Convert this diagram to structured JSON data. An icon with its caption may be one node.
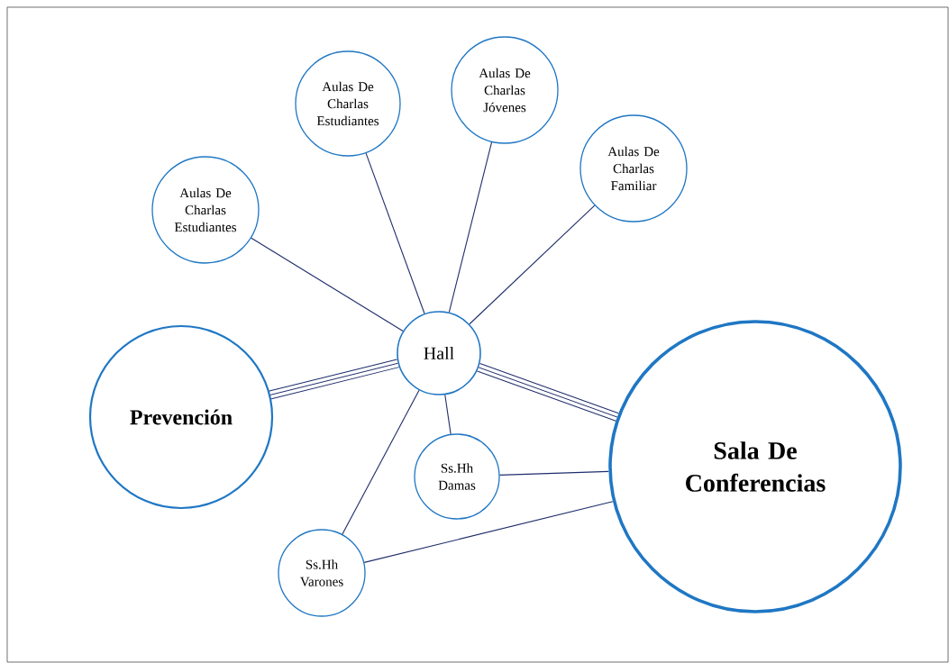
{
  "diagram": {
    "nodes": [
      {
        "text": [
          "Hall"
        ]
      },
      {
        "text": [
          "Aulas De Charlas Estudiantes"
        ]
      },
      {
        "text": [
          "Aulas De Charlas Estudiantes"
        ]
      },
      {
        "text": [
          "Aulas De Charlas Jóvenes"
        ]
      },
      {
        "text": [
          "Aulas De Charlas Familiar"
        ]
      },
      {
        "text": [
          "Prevención"
        ]
      },
      {
        "text": [
          "Sala De Conferencias"
        ]
      },
      {
        "text": [
          "Ss.Hh Damas"
        ]
      },
      {
        "text": [
          "Ss.Hh Varones"
        ]
      }
    ],
    "edges": [
      {
        "from": 0,
        "to": 1,
        "arrow": "none"
      },
      {
        "from": 0,
        "to": 2,
        "arrow": "none"
      },
      {
        "from": 0,
        "to": 3,
        "arrow": "none"
      },
      {
        "from": 0,
        "to": 4,
        "arrow": "none"
      },
      {
        "from": 0,
        "to": 5,
        "arrow": "none",
        "style": "thick"
      },
      {
        "from": 0,
        "to": 6,
        "arrow": "none",
        "style": "thick"
      },
      {
        "from": 0,
        "to": 7,
        "arrow": "none"
      },
      {
        "from": 0,
        "to": 8,
        "arrow": "none"
      },
      {
        "from": 7,
        "to": 6,
        "arrow": "none"
      },
      {
        "from": 8,
        "to": 6,
        "arrow": "none"
      }
    ]
  }
}
